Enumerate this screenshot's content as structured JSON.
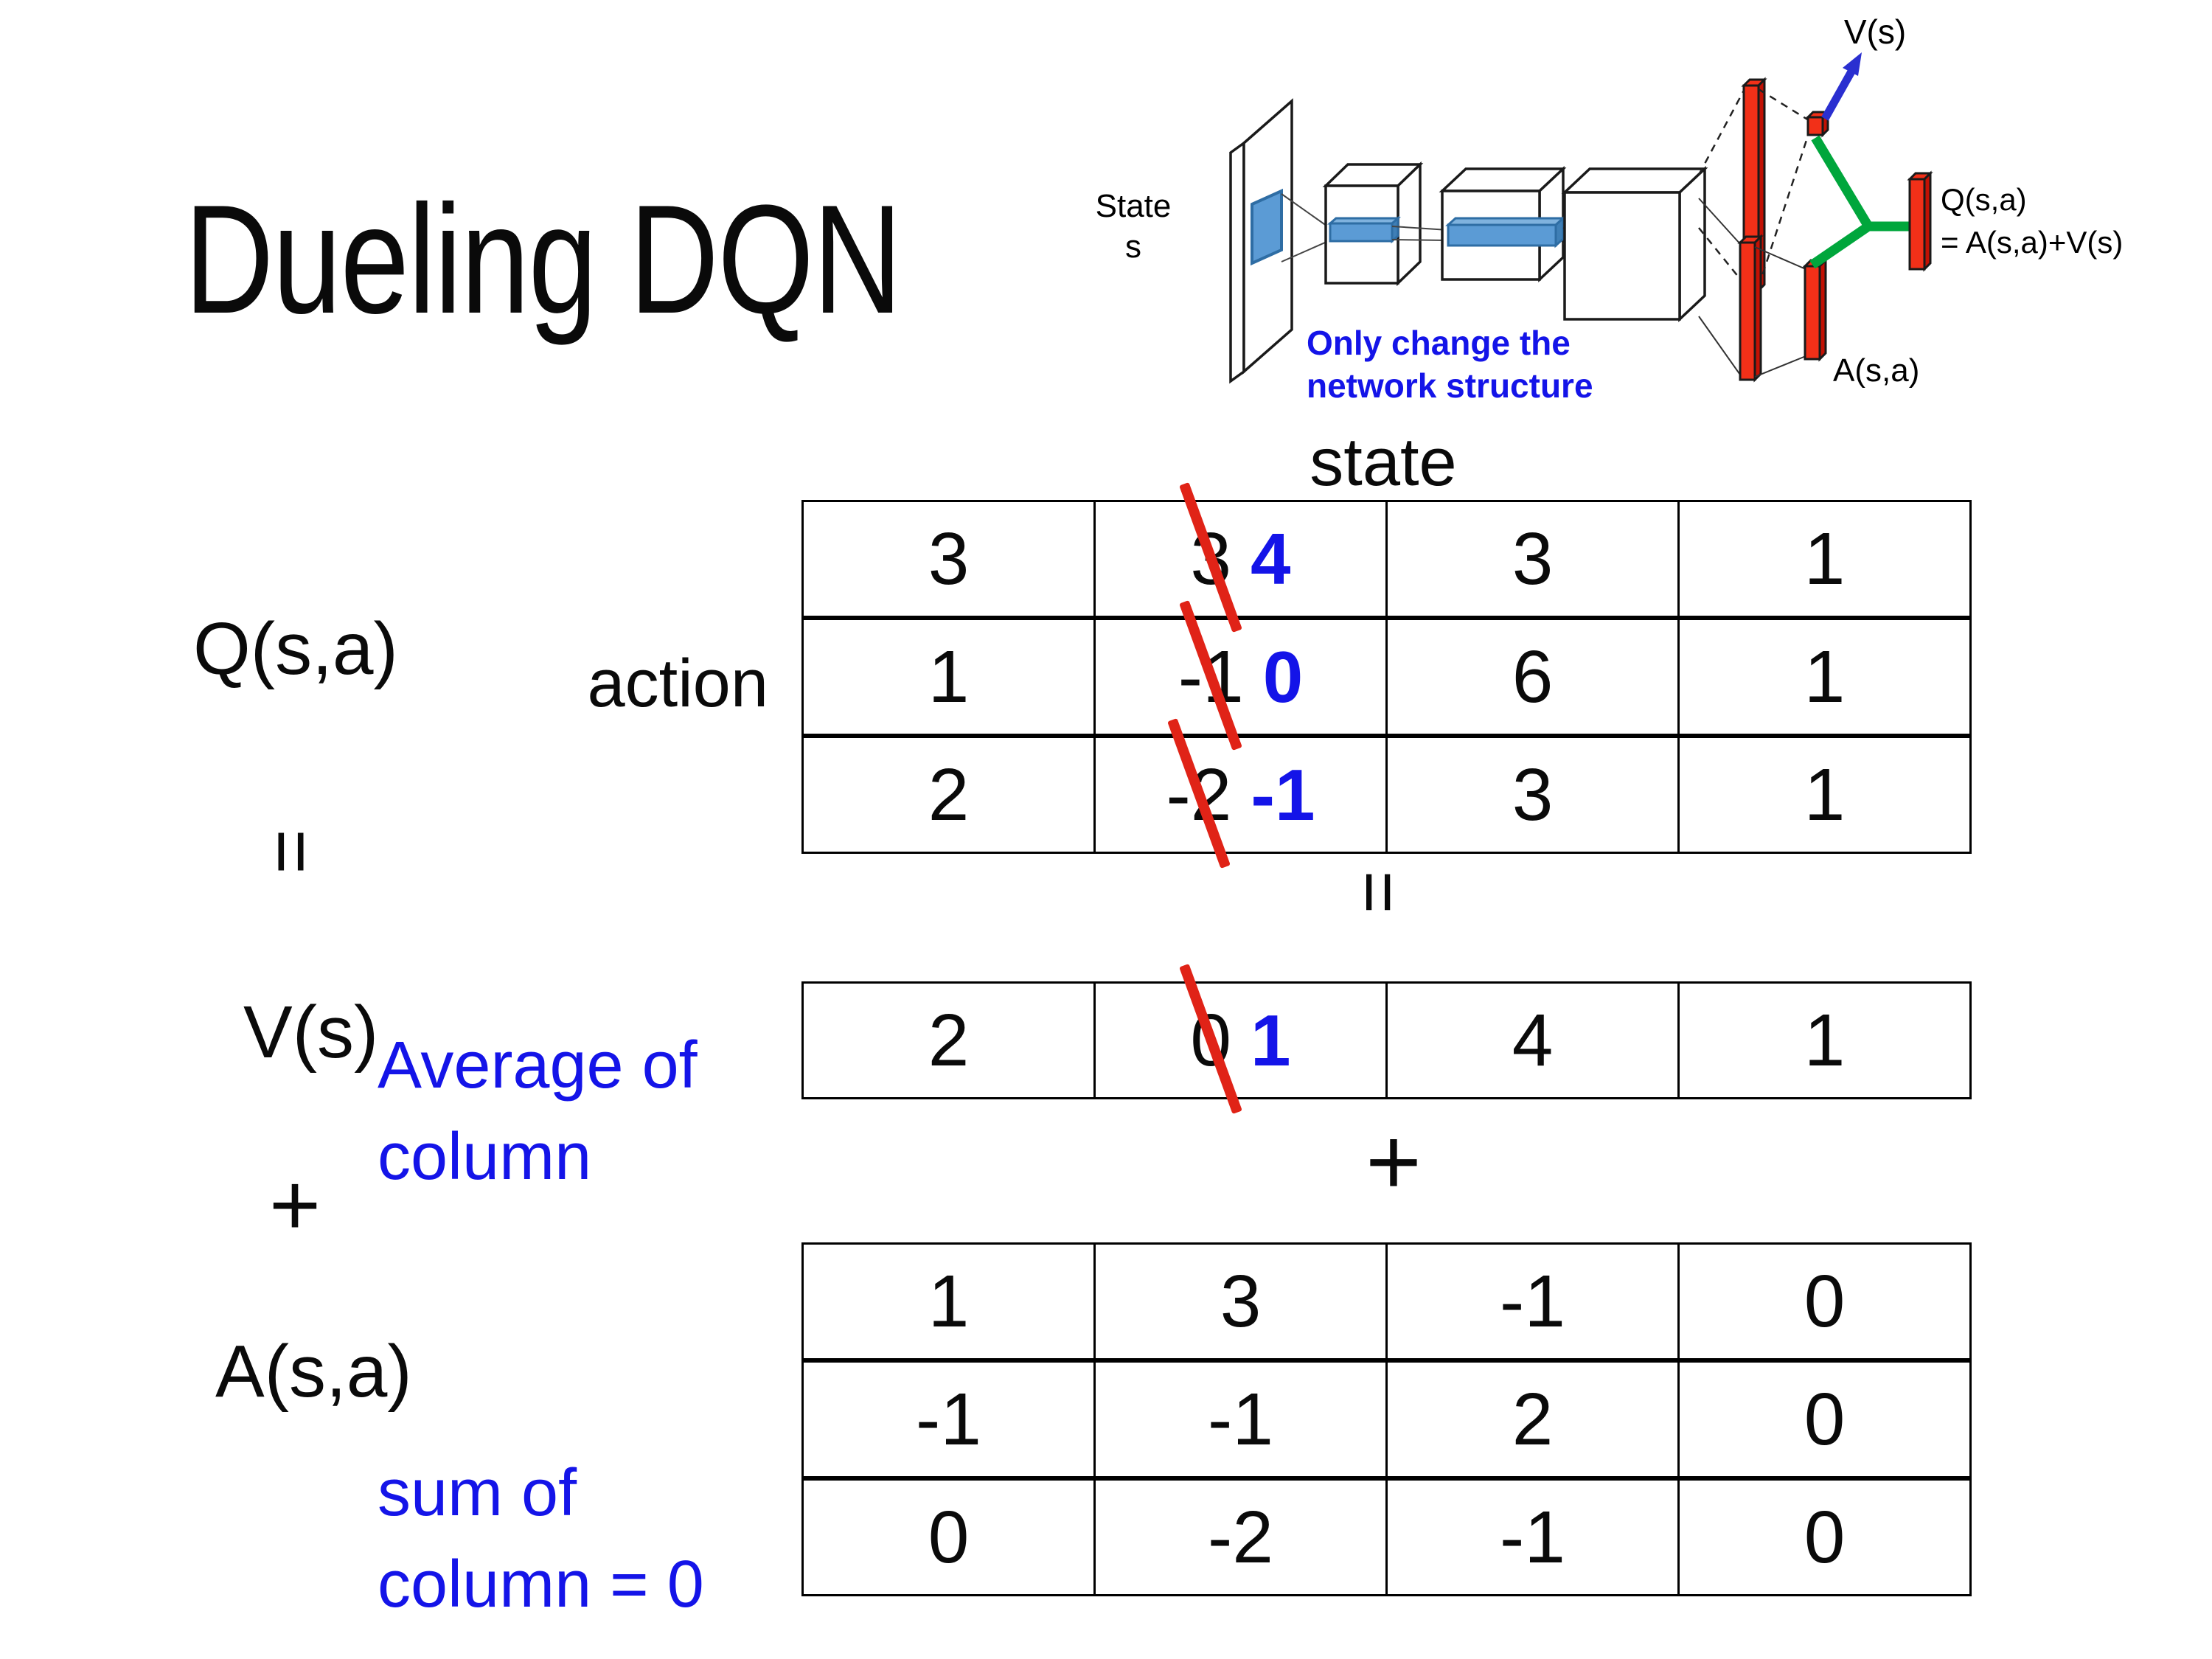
{
  "title": "Dueling DQN",
  "colors": {
    "blue": "#1414e8",
    "red": "#e02317",
    "bar_red": "#f23018",
    "bar_red_dark": "#c21104",
    "slab_blue": "#5b9bd5",
    "slab_blue_dark": "#2e6da4",
    "green": "#00a63c",
    "arrow_blue": "#2a2fd0"
  },
  "diagram": {
    "state_line1": "State",
    "state_line2": "s",
    "v_out": "V(s)",
    "a_out": "A(s,a)",
    "q_out_line1": "Q(s,a)",
    "q_out_line2": "= A(s,a)+V(s)",
    "note_line1": "Only change the",
    "note_line2": "network structure"
  },
  "equation": {
    "q": "Q(s,a)",
    "equals": "=",
    "v": "V(s)",
    "plus": "+",
    "a": "A(s,a)",
    "v_note_line1": "Average of",
    "v_note_line2": "column",
    "a_note_line1": "sum of",
    "a_note_line2": "column = 0"
  },
  "labels": {
    "state": "state",
    "action": "action",
    "mid_equals": "=",
    "mid_plus": "+"
  },
  "q_table": [
    [
      {
        "v": "3"
      },
      {
        "old": "3",
        "new": "4"
      },
      {
        "v": "3"
      },
      {
        "v": "1"
      }
    ],
    [
      {
        "v": "1"
      },
      {
        "old": "-1",
        "new": "0"
      },
      {
        "v": "6"
      },
      {
        "v": "1"
      }
    ],
    [
      {
        "v": "2"
      },
      {
        "old": "-2",
        "new": "-1"
      },
      {
        "v": "3"
      },
      {
        "v": "1"
      }
    ]
  ],
  "v_table": [
    [
      {
        "v": "2"
      },
      {
        "old": "0",
        "new": "1"
      },
      {
        "v": "4"
      },
      {
        "v": "1"
      }
    ]
  ],
  "a_table": [
    [
      {
        "v": "1"
      },
      {
        "v": "3"
      },
      {
        "v": "-1"
      },
      {
        "v": "0"
      }
    ],
    [
      {
        "v": "-1"
      },
      {
        "v": "-1"
      },
      {
        "v": "2"
      },
      {
        "v": "0"
      }
    ],
    [
      {
        "v": "0"
      },
      {
        "v": "-2"
      },
      {
        "v": "-1"
      },
      {
        "v": "0"
      }
    ]
  ]
}
